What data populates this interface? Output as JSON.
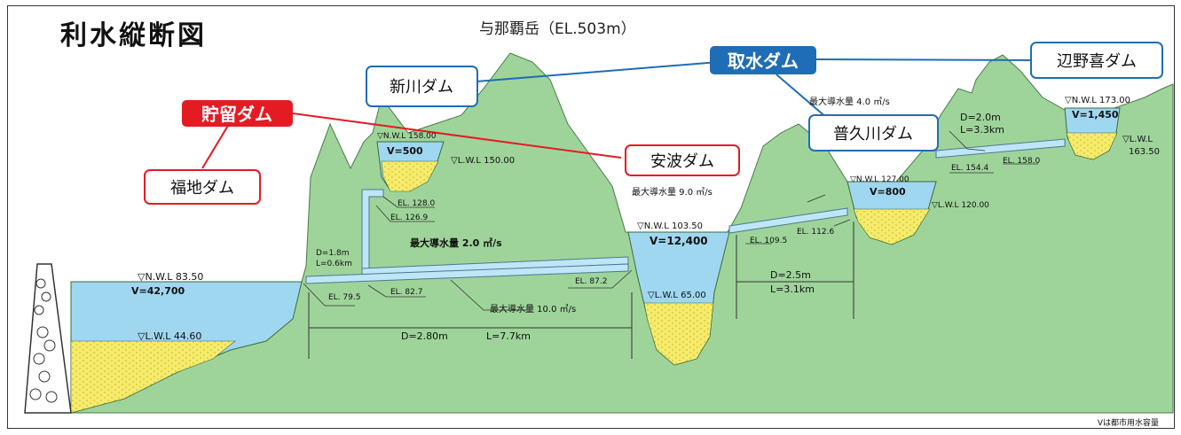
{
  "title": "利水縦断図",
  "peak": "与那覇岳（EL.503m）",
  "footnote": "Vは都市用水容量",
  "colors": {
    "mountain": "#9ed49a",
    "mountainStroke": "#3a6b3a",
    "water": "#9fd7f0",
    "sediment": "#f4ec6a",
    "pipe": "#bfe6f8",
    "red": "#e51b24",
    "blue": "#1f6db5"
  },
  "labels": {
    "storage_dam": "貯留ダム",
    "intake_dam": "取水ダム",
    "fukuji": "福地ダム",
    "aha": "安波ダム",
    "arakawa": "新川ダム",
    "fukugawa": "普久川ダム",
    "benoki": "辺野喜ダム"
  },
  "annotations": {
    "fukuji_nwl": "▽N.W.L 83.50",
    "fukuji_v": "V=42,700",
    "fukuji_lwl": "▽L.W.L 44.60",
    "arakawa_nwl": "▽N.W.L 158.00",
    "arakawa_v": "V=500",
    "arakawa_lwl": "▽L.W.L 150.00",
    "el128": "EL. 128.0",
    "el1269": "EL. 126.9",
    "d18": "D=1.8m",
    "l06": "L=0.6km",
    "q20": "最大導水量 2.0 ㎥/s",
    "el795": "EL. 79.5",
    "el827": "EL. 82.7",
    "el872": "EL. 87.2",
    "q100": "最大導水量 10.0 ㎥/s",
    "d280": "D=2.80m",
    "l77": "L=7.7km",
    "aha_nwl": "▽N.W.L 103.50",
    "aha_v": "V=12,400",
    "aha_lwl": "▽L.W.L 65.00",
    "q90": "最大導水量 9.0 ㎥/s",
    "el1095": "EL. 109.5",
    "el1126": "EL. 112.6",
    "d25": "D=2.5m",
    "l31": "L=3.1km",
    "fuku_nwl": "▽N.W.L 127.00",
    "fuku_v": "V=800",
    "fuku_lwl": "▽L.W.L 120.00",
    "q40": "最大導水量 4.0 ㎥/s",
    "d20": "D=2.0m",
    "l33": "L=3.3km",
    "el1544": "EL. 154.4",
    "el1580": "EL. 158.0",
    "benoki_nwl": "▽N.W.L 173.00",
    "benoki_v": "V=1,450",
    "benoki_lwl1": "▽L.W.L",
    "benoki_lwl2": "163.50"
  }
}
